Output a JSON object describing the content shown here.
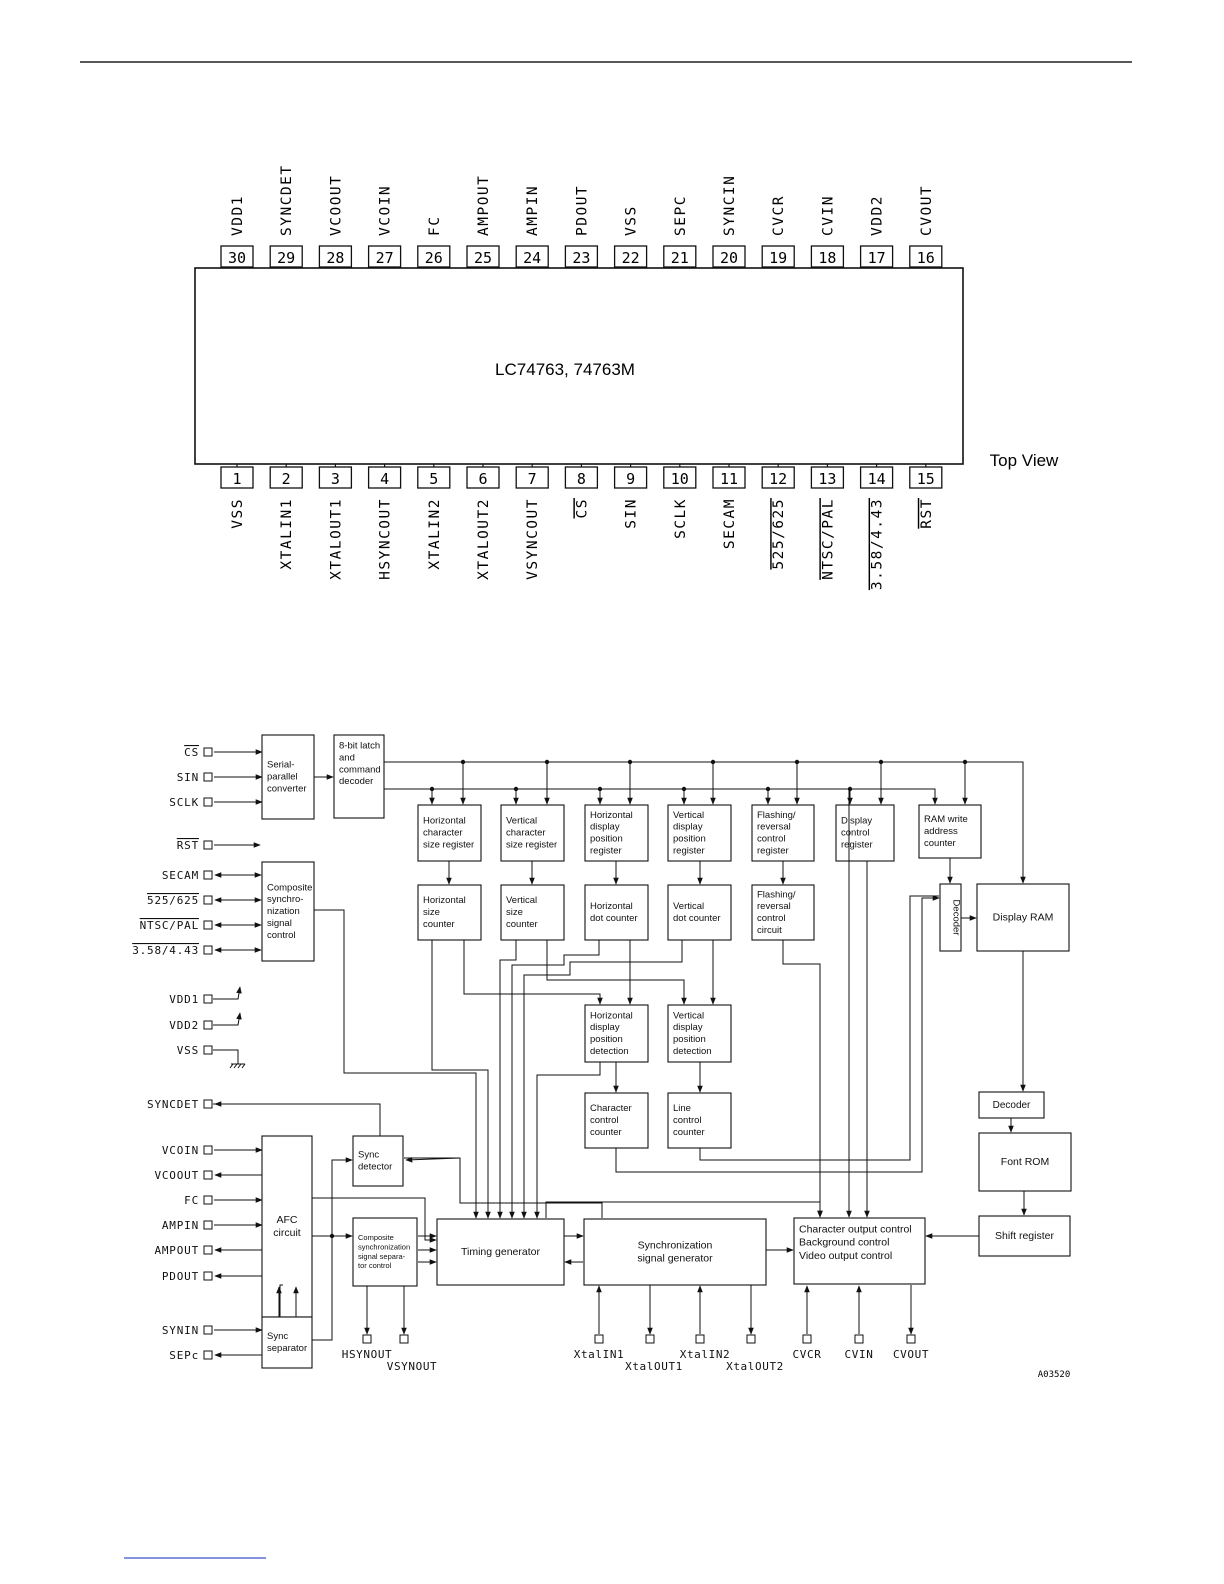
{
  "pinout": {
    "chip_label": "LC74763, 74763M",
    "view_label": "Top View",
    "top_pins": [
      {
        "num": "30",
        "name": "VDD1"
      },
      {
        "num": "29",
        "name": "SYNCDET"
      },
      {
        "num": "28",
        "name": "VCOOUT"
      },
      {
        "num": "27",
        "name": "VCOIN"
      },
      {
        "num": "26",
        "name": "FC"
      },
      {
        "num": "25",
        "name": "AMPOUT"
      },
      {
        "num": "24",
        "name": "AMPIN"
      },
      {
        "num": "23",
        "name": "PDOUT"
      },
      {
        "num": "22",
        "name": "VSS"
      },
      {
        "num": "21",
        "name": "SEPC"
      },
      {
        "num": "20",
        "name": "SYNCIN"
      },
      {
        "num": "19",
        "name": "CVCR"
      },
      {
        "num": "18",
        "name": "CVIN"
      },
      {
        "num": "17",
        "name": "VDD2"
      },
      {
        "num": "16",
        "name": "CVOUT"
      }
    ],
    "bottom_pins": [
      {
        "num": "1",
        "name": "VSS",
        "overline": false
      },
      {
        "num": "2",
        "name": "XTALIN1",
        "overline": false
      },
      {
        "num": "3",
        "name": "XTALOUT1",
        "overline": false
      },
      {
        "num": "4",
        "name": "HSYNCOUT",
        "overline": false
      },
      {
        "num": "5",
        "name": "XTALIN2",
        "overline": false
      },
      {
        "num": "6",
        "name": "XTALOUT2",
        "overline": false
      },
      {
        "num": "7",
        "name": "VSYNCOUT",
        "overline": false
      },
      {
        "num": "8",
        "name": "CS",
        "overline": true
      },
      {
        "num": "9",
        "name": "SIN",
        "overline": false
      },
      {
        "num": "10",
        "name": "SCLK",
        "overline": false
      },
      {
        "num": "11",
        "name": "SECAM",
        "overline": false
      },
      {
        "num": "12",
        "name": "525/625",
        "overline": true
      },
      {
        "num": "13",
        "name": "NTSC/PAL",
        "overline": true
      },
      {
        "num": "14",
        "name": "3.58/4.43",
        "overline": true
      },
      {
        "num": "15",
        "name": "RST",
        "overline": true
      }
    ]
  },
  "block": {
    "left_pins": [
      {
        "id": "cs",
        "label": "CS",
        "overline": true
      },
      {
        "id": "sin",
        "label": "SIN"
      },
      {
        "id": "sclk",
        "label": "SCLK"
      },
      {
        "id": "rst",
        "label": "RST",
        "overline": true
      },
      {
        "id": "secam",
        "label": "SECAM"
      },
      {
        "id": "sel525",
        "label": "525/625",
        "overline": true
      },
      {
        "id": "ntsc",
        "label": "NTSC/PAL",
        "overline": true
      },
      {
        "id": "sel358",
        "label": "3.58/4.43",
        "overline": true
      },
      {
        "id": "vdd1",
        "label": "VDD1"
      },
      {
        "id": "vdd2",
        "label": "VDD2"
      },
      {
        "id": "vss",
        "label": "VSS"
      },
      {
        "id": "syncdet",
        "label": "SYNCDET"
      },
      {
        "id": "vcoin",
        "label": "VCOIN"
      },
      {
        "id": "vcoout",
        "label": "VCOOUT"
      },
      {
        "id": "fc",
        "label": "FC"
      },
      {
        "id": "ampin",
        "label": "AMPIN"
      },
      {
        "id": "ampout",
        "label": "AMPOUT"
      },
      {
        "id": "pdout",
        "label": "PDOUT"
      },
      {
        "id": "synin",
        "label": "SYNIN"
      },
      {
        "id": "sepc",
        "label": "SEPc"
      }
    ],
    "blocks": {
      "serial": [
        "Serial-",
        "parallel",
        "converter"
      ],
      "latch": [
        "8-bit latch",
        "and",
        "command",
        "decoder"
      ],
      "hcsr": [
        "Horizontal",
        "character",
        "size register"
      ],
      "vcsr": [
        "Vertical",
        "character",
        "size register"
      ],
      "hdpr": [
        "Horizontal",
        "display",
        "position",
        "register"
      ],
      "vdpr": [
        "Vertical",
        "display",
        "position",
        "register"
      ],
      "frcr": [
        "Flashing/",
        "reversal",
        "control",
        "register"
      ],
      "dcr": [
        "Display",
        "control",
        "register"
      ],
      "ramwac": [
        "RAM write",
        "address",
        "counter"
      ],
      "hsc": [
        "Horizontal",
        "size",
        "counter"
      ],
      "vsc": [
        "Vertical",
        "size",
        "counter"
      ],
      "hdc": [
        "Horizontal",
        "dot counter"
      ],
      "vdc": [
        "Vertical",
        "dot counter"
      ],
      "frcc": [
        "Flashing/",
        "reversal",
        "control",
        "circuit"
      ],
      "decoder_v": "Decoder",
      "dram": "Display RAM",
      "compsync": [
        "Composite",
        "synchro-",
        "nization",
        "signal",
        "control"
      ],
      "hdpd": [
        "Horizontal",
        "display",
        "position",
        "detection"
      ],
      "vdpd": [
        "Vertical",
        "display",
        "position",
        "detection"
      ],
      "ccc": [
        "Character",
        "control",
        "counter"
      ],
      "lcc": [
        "Line",
        "control",
        "counter"
      ],
      "decoder2": "Decoder",
      "fontrom": "Font ROM",
      "syncdetb": [
        "Sync",
        "detector"
      ],
      "afc": [
        "AFC",
        "circuit"
      ],
      "csss": [
        "Composite",
        "synchronization",
        "signal separa-",
        "tor control"
      ],
      "timing": "Timing generator",
      "ssg": [
        "Synchronization",
        "signal generator"
      ],
      "coc": [
        "Character output control",
        "Background control",
        "Video output control"
      ],
      "shift": "Shift register",
      "syncsep": [
        "Sync",
        "separator"
      ]
    },
    "bottom_pins": {
      "hsyn": "HSYNOUT",
      "vsyn": "VSYNOUT",
      "xin1": "XtalIN1",
      "xout1": "XtalOUT1",
      "xin2": "XtalIN2",
      "xout2": "XtalOUT2",
      "cvcr": "CVCR",
      "cvin": "CVIN",
      "cvout": "CVOUT"
    },
    "ref_code": "A03520"
  }
}
